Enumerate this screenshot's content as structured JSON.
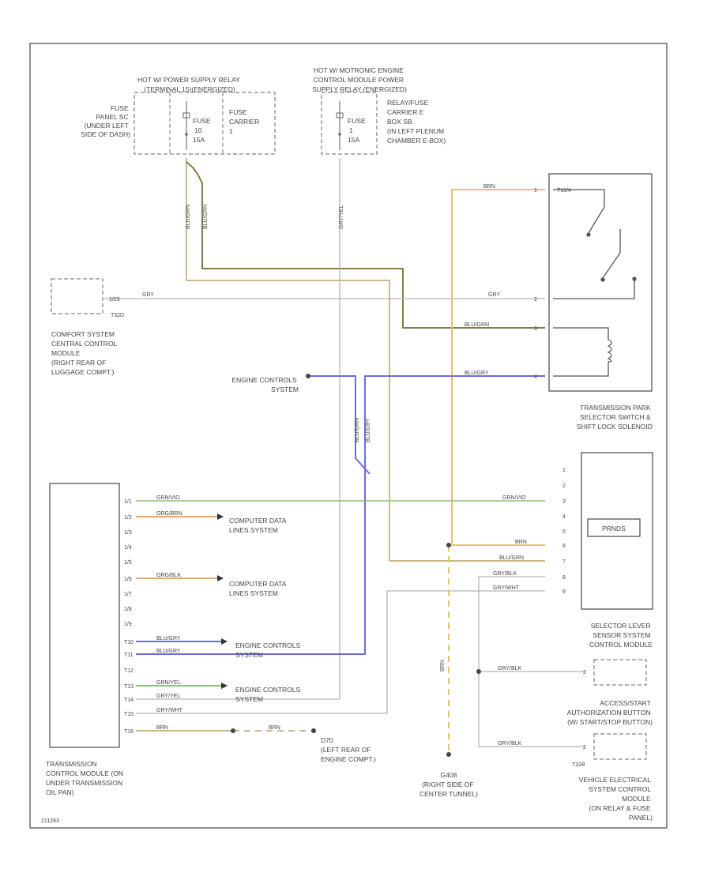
{
  "colors": {
    "tan": "#c9b98c",
    "yellow": "#e2c372",
    "blue": "#6b6be6",
    "green": "#8fc07a",
    "orange": "#e0aa7a",
    "olive": "#8a7a46",
    "grey": "#b3b3b3",
    "pale_yellow": "#e3e3b0"
  },
  "top": {
    "relay1_header": [
      "HOT W/ POWER SUPPLY RELAY",
      "(TERMINAL 15)(ENERGIZED)"
    ],
    "fuse_panel_text": [
      "FUSE",
      "PANEL SC",
      "(UNDER LEFT",
      "SIDE OF DASH)"
    ],
    "fuse1_text": [
      "FUSE",
      "10",
      "15A"
    ],
    "fuse_carrier_text": [
      "FUSE",
      "CARRIER",
      "1"
    ],
    "relay2_header": [
      "HOT W/ MOTRONIC ENGINE",
      "CONTROL MODULE POWER",
      "SUPPLY RELAY (ENERGIZED)"
    ],
    "fuse2_text": [
      "FUSE",
      "1",
      "15A"
    ],
    "relay_carrier_text": [
      "RELAY/FUSE",
      "CARRIER E",
      "BOX SB",
      "(IN LEFT PLENUM",
      "CHAMBER E-BOX)"
    ]
  },
  "comfort": {
    "label": [
      "COMFORT SYSTEM",
      "CENTRAL CONTROL",
      "MODULE",
      "(RIGHT REAR OF",
      "LUGGAGE COMPT.)"
    ],
    "pin": "1/23",
    "connector": "T32D"
  },
  "tps": {
    "label": [
      "TRANSMISSION PARK",
      "SELECTOR SWITCH &",
      "SHIFT LOCK SOLENOID"
    ],
    "pins": [
      "1",
      "2",
      "3",
      "4"
    ],
    "switch_text": "T10/4"
  },
  "sel": {
    "pins": [
      "1",
      "2",
      "3",
      "4",
      "5",
      "6",
      "7",
      "8",
      "9"
    ],
    "display": "PRNDS",
    "label": [
      "SELECTOR LEVER",
      "SENSOR SYSTEM",
      "CONTROL MODULE"
    ]
  },
  "tcm": {
    "pins": [
      "1/1",
      "1/2",
      "1/3",
      "1/4",
      "1/5",
      "1/6",
      "1/7",
      "1/8",
      "1/9",
      "T10",
      "T11",
      "T12",
      "T13",
      "T14",
      "T15",
      "T16"
    ],
    "label": [
      "TRANSMISSION",
      "CONTROL MODULE (ON",
      "UNDER TRANSMISSION",
      "OIL PAN)"
    ]
  },
  "wires": {
    "tan1": "BLU/GRN",
    "tan2": "BLU/GRN",
    "gry_vert": "GRY/YEL",
    "comfort_wire": "GRY",
    "tps_brn": "BRN",
    "tps_blugrn": "BLU/GRN",
    "tps_blu": "BLU/GRY",
    "vert_blu1": "BLU/GRN",
    "vert_blu2": "BLU/GRY",
    "tcm1": "GRN/VIO",
    "tcm2": "ORG/BRN",
    "tcm6": "ORG/BLK",
    "tcm10": "BLU/GRY",
    "tcm11": "BLU/GRY",
    "tcm13": "GRN/YEL",
    "tcm14": "GRY/YEL",
    "tcm15": "GRY/WHT",
    "tcm16": "BRN",
    "g_gnd": "BRN",
    "sel_right1": "GRN/VIO",
    "sel_brn": "BRN",
    "sel_blugrn": "BLU/GRN",
    "sel_gryblk": "GRY/BLK",
    "sel_grywht": "GRY/WHT",
    "btn_wire": "GRY/BLK",
    "vec_wire": "GRY/BLK",
    "ground_vert": "BRN"
  },
  "refs": {
    "engine_top": [
      "ENGINE CONTROLS",
      "SYSTEM"
    ],
    "comp1": [
      "COMPUTER DATA",
      "LINES SYSTEM"
    ],
    "comp2": [
      "COMPUTER DATA",
      "LINES SYSTEM"
    ],
    "eng1": [
      "ENGINE CONTROLS",
      "SYSTEM"
    ],
    "eng2": [
      "ENGINE CONTROLS",
      "SYSTEM"
    ]
  },
  "ground1": {
    "id": "D70",
    "label": [
      "(LEFT REAR OF",
      "ENGINE COMPT.)"
    ]
  },
  "ground2": {
    "id": "G408",
    "label": [
      "(RIGHT SIDE OF",
      "CENTER TUNNEL)"
    ]
  },
  "button": {
    "pin": "2",
    "label": [
      "ACCESS/START",
      "AUTHORIZATION BUTTON",
      "(W/ START/STOP BUTTON)"
    ]
  },
  "vec": {
    "pin": "2",
    "connector": "T32B",
    "label": [
      "VEHICLE ELECTRICAL",
      "SYSTEM CONTROL",
      "MODULE",
      "(ON RELAY & FUSE",
      "PANEL)"
    ]
  },
  "footer": "211283"
}
